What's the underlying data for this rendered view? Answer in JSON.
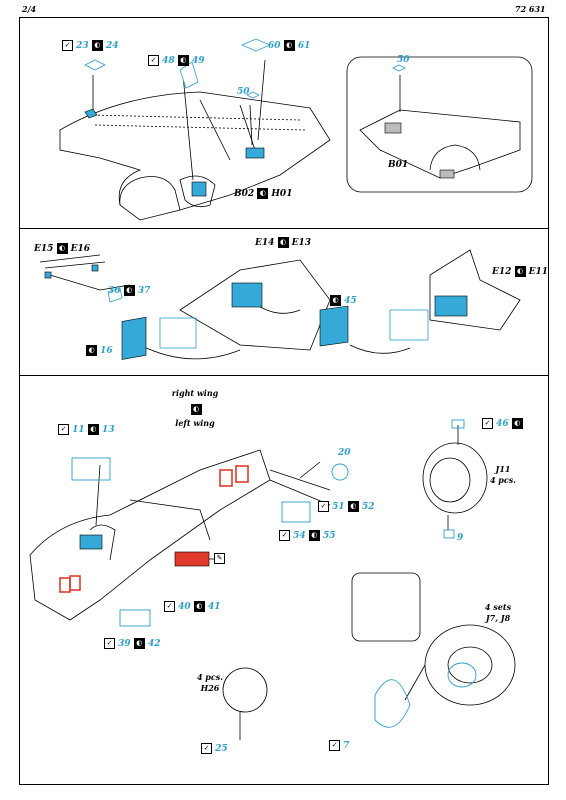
{
  "header": {
    "page": "2/4",
    "code": "72 631"
  },
  "section1": {
    "ref_23": "23",
    "ref_24": "24",
    "ref_48": "48",
    "ref_49": "49",
    "ref_60": "60",
    "ref_61": "61",
    "ref_50": "50",
    "b02": "B02",
    "h01": "H01",
    "inset_50": "50",
    "inset_b01": "B01"
  },
  "section2": {
    "e15": "E15",
    "e16": "E16",
    "ref_36": "36",
    "ref_37": "37",
    "e14": "E14",
    "e13": "E13",
    "ref_16": "16",
    "ref_45": "45",
    "e12": "E12",
    "e11": "E11"
  },
  "section3": {
    "right_wing": "right wing",
    "left_wing": "left wing",
    "ref_11": "11",
    "ref_13": "13",
    "ref_20": "20",
    "ref_51": "51",
    "ref_52": "52",
    "ref_54": "54",
    "ref_55": "55",
    "ref_40": "40",
    "ref_41": "41",
    "ref_39": "39",
    "ref_42": "42",
    "ref_46": "46",
    "j11": "J11",
    "j11_pcs": "4 pcs.",
    "ref_9": "9",
    "sets": "4 sets",
    "j7j8": "J7, J8",
    "h26_pcs": "4 pcs.",
    "h26": "H26",
    "ref_25": "25",
    "ref_7": "7"
  },
  "colors": {
    "part_blue": "#2aa0d0",
    "paint_red": "#e23a2a",
    "fill_blue": "#35a9d8"
  }
}
